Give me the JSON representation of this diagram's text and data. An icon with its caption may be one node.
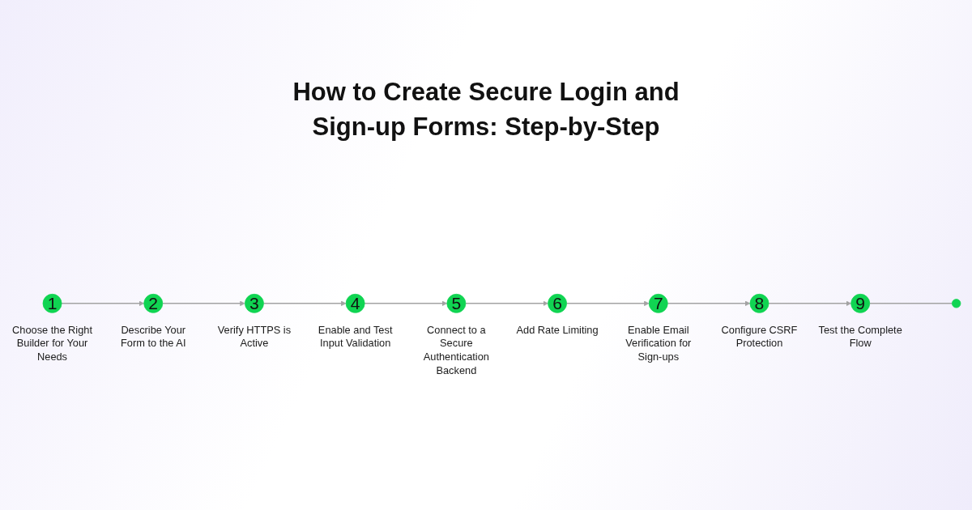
{
  "diagram": {
    "title": "How to Create Secure Login and Sign-up Forms: Step-by-Step",
    "nodes": [
      {
        "text": [
          "1"
        ],
        "beside": [
          "Choose the Right Builder for Your Needs"
        ]
      },
      {
        "text": [
          "2"
        ],
        "beside": [
          "Describe Your Form to the AI"
        ]
      },
      {
        "text": [
          "3"
        ],
        "beside": [
          "Verify HTTPS is Active"
        ]
      },
      {
        "text": [
          "4"
        ],
        "beside": [
          "Enable and Test Input Validation"
        ]
      },
      {
        "text": [
          "5"
        ],
        "beside": [
          "Connect to a Secure Authentication Backend"
        ]
      },
      {
        "text": [
          "6"
        ],
        "beside": [
          "Add Rate Limiting"
        ]
      },
      {
        "text": [
          "7"
        ],
        "beside": [
          "Enable Email Verification for Sign-ups"
        ]
      },
      {
        "text": [
          "8"
        ],
        "beside": [
          "Configure CSRF Protection"
        ]
      },
      {
        "text": [
          "9"
        ],
        "beside": [
          "Test the Complete Flow"
        ]
      },
      {
        "text": [],
        "shape": "circle"
      }
    ],
    "edges": [
      {
        "from": 0,
        "to": 1,
        "arrow": "to"
      },
      {
        "from": 1,
        "to": 2,
        "arrow": "to"
      },
      {
        "from": 2,
        "to": 3,
        "arrow": "to"
      },
      {
        "from": 3,
        "to": 4,
        "arrow": "to"
      },
      {
        "from": 4,
        "to": 5,
        "arrow": "to"
      },
      {
        "from": 5,
        "to": 6,
        "arrow": "to"
      },
      {
        "from": 6,
        "to": 7,
        "arrow": "to"
      },
      {
        "from": 7,
        "to": 8,
        "arrow": "to"
      },
      {
        "from": 8,
        "to": 9,
        "arrow": "none"
      }
    ]
  }
}
